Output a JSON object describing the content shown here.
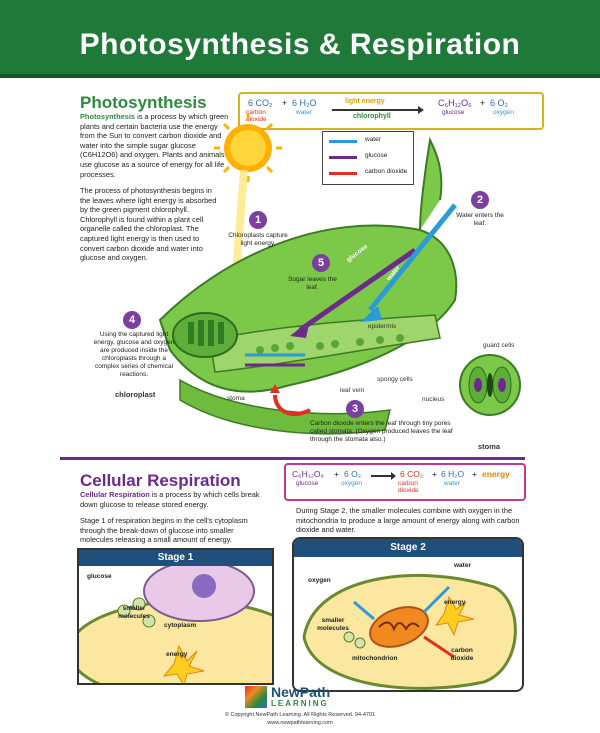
{
  "header": {
    "title": "Photosynthesis & Respiration"
  },
  "photosynthesis": {
    "title": "Photosynthesis",
    "intro_term": "Photosynthesis",
    "intro_text": " is a process by which green plants and certain bacteria use the energy from the Sun to convert carbon dioxide and water into the simple sugar glucose (C6H12O6) and oxygen. Plants and animals use glucose as a source of energy for all life processes.",
    "para2": "The process of photosynthesis begins in the leaves where light energy is absorbed by the green pigment chlorophyll. Chlorophyll is found within a plant cell organelle called the chloroplast. The captured light energy is then used to convert carbon dioxide and water into glucose and oxygen."
  },
  "equation1": {
    "r1": "6 CO₂",
    "r1_name": "carbon dioxide",
    "plus1": "+",
    "r2": "6 H₂O",
    "r2_name": "water",
    "energy": "light energy",
    "catalyst": "chlorophyll",
    "p1": "C₆H₁₂O₆",
    "p1_name": "glucose",
    "plus2": "+",
    "p2": "6 O₂",
    "p2_name": "oxygen"
  },
  "legend": {
    "items": [
      {
        "label": "water",
        "color": "#2a9ad8"
      },
      {
        "label": "glucose",
        "color": "#6b2a8c"
      },
      {
        "label": "carbon dioxide",
        "color": "#e03020"
      }
    ]
  },
  "steps": {
    "s1": {
      "num": "1",
      "text": "Chloroplasts capture light energy."
    },
    "s2": {
      "num": "2",
      "text": "Water enters the leaf."
    },
    "s3": {
      "num": "3",
      "text": "Carbon dioxide enters the leaf through tiny pores called stomata. (Oxygen produced leaves the leaf through the stomata also.)"
    },
    "s4": {
      "num": "4",
      "text": "Using the captured light energy, glucose and oxygen are produced inside the chloroplasts through a complex series of chemical reactions."
    },
    "s5": {
      "num": "5",
      "text": "Sugar leaves the leaf."
    }
  },
  "diagram_labels": {
    "chloroplast": "chloroplast",
    "epidermis": "epidermis",
    "spongy_cells": "spongy cells",
    "leaf_vein": "leaf vein",
    "stoma": "stoma",
    "guard_cells": "guard cells",
    "nucleus": "nucleus",
    "stoma_caption": "stoma",
    "glucose_arrow": "glucose",
    "water_arrow": "water"
  },
  "respiration": {
    "title": "Cellular Respiration",
    "intro_term": "Cellular Respiration",
    "intro_text": " is a process by which cells break down glucose to release stored energy.",
    "stage1_text": "Stage 1 of respiration begins in the cell's cytoplasm through the break-down of glucose into smaller molecules releasing a small amount of energy.",
    "stage2_text": "During Stage 2, the smaller molecules combine with oxygen in the mitochondria to produce a large amount of energy along with carbon dioxide and water."
  },
  "equation2": {
    "r1": "C₆H₁₂O₆",
    "r1_name": "glucose",
    "plus1": "+",
    "r2": "6 O₂",
    "r2_name": "oxygen",
    "p1": "6 CO₂",
    "p1_name": "carbon dioxide",
    "plus2": "+",
    "p2": "6 H₂O",
    "p2_name": "water",
    "plus3": "+",
    "p3": "energy"
  },
  "stage1": {
    "title": "Stage 1",
    "glucose": "glucose",
    "smaller_molecules": "smaller molecules",
    "cytoplasm": "cytoplasm",
    "energy": "energy"
  },
  "stage2": {
    "title": "Stage 2",
    "oxygen": "oxygen",
    "water": "water",
    "smaller_molecules": "smaller molecules",
    "energy": "energy",
    "mitochondrion": "mitochondrion",
    "carbon_dioxide": "carbon dioxide"
  },
  "footer": {
    "brand1": "NewPath",
    "brand2": "LEARNING",
    "copyright": "© Copyright NewPath Learning. All Rights Reserved. 94-4701",
    "url": "www.newpathlearning.com"
  }
}
